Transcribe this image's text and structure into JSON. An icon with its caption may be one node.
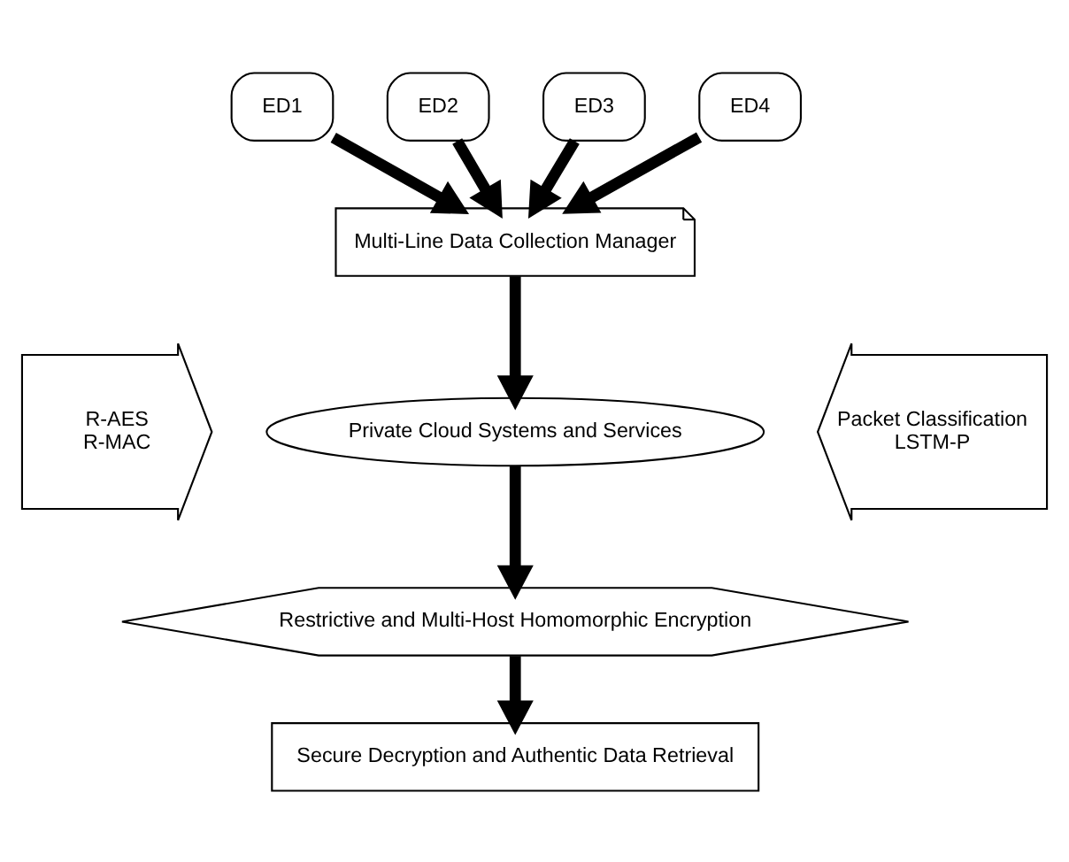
{
  "diagram": {
    "nodes": [
      {
        "text": [
          "ED1"
        ]
      },
      {
        "text": [
          "ED2"
        ]
      },
      {
        "text": [
          "ED3"
        ]
      },
      {
        "text": [
          "ED4"
        ]
      },
      {
        "text": [
          "Multi-Line Data Collection Manager"
        ]
      },
      {
        "text": [
          "R-AES",
          "R-MAC"
        ]
      },
      {
        "text": [
          "Private Cloud Systems and Services"
        ]
      },
      {
        "text": [
          "Packet Classification",
          "LSTM-P"
        ]
      },
      {
        "text": [
          "Restrictive and Multi-Host Homomorphic Encryption"
        ]
      },
      {
        "text": [
          "Secure Decryption and Authentic Data Retrieval"
        ]
      }
    ],
    "edges": [
      {
        "from": 0,
        "to": 4,
        "arrow": "to"
      },
      {
        "from": 1,
        "to": 4,
        "arrow": "to"
      },
      {
        "from": 2,
        "to": 4,
        "arrow": "to"
      },
      {
        "from": 3,
        "to": 4,
        "arrow": "to"
      },
      {
        "from": 4,
        "to": 6,
        "arrow": "to"
      },
      {
        "from": 6,
        "to": 8,
        "arrow": "to"
      },
      {
        "from": 8,
        "to": 9,
        "arrow": "to"
      }
    ]
  }
}
